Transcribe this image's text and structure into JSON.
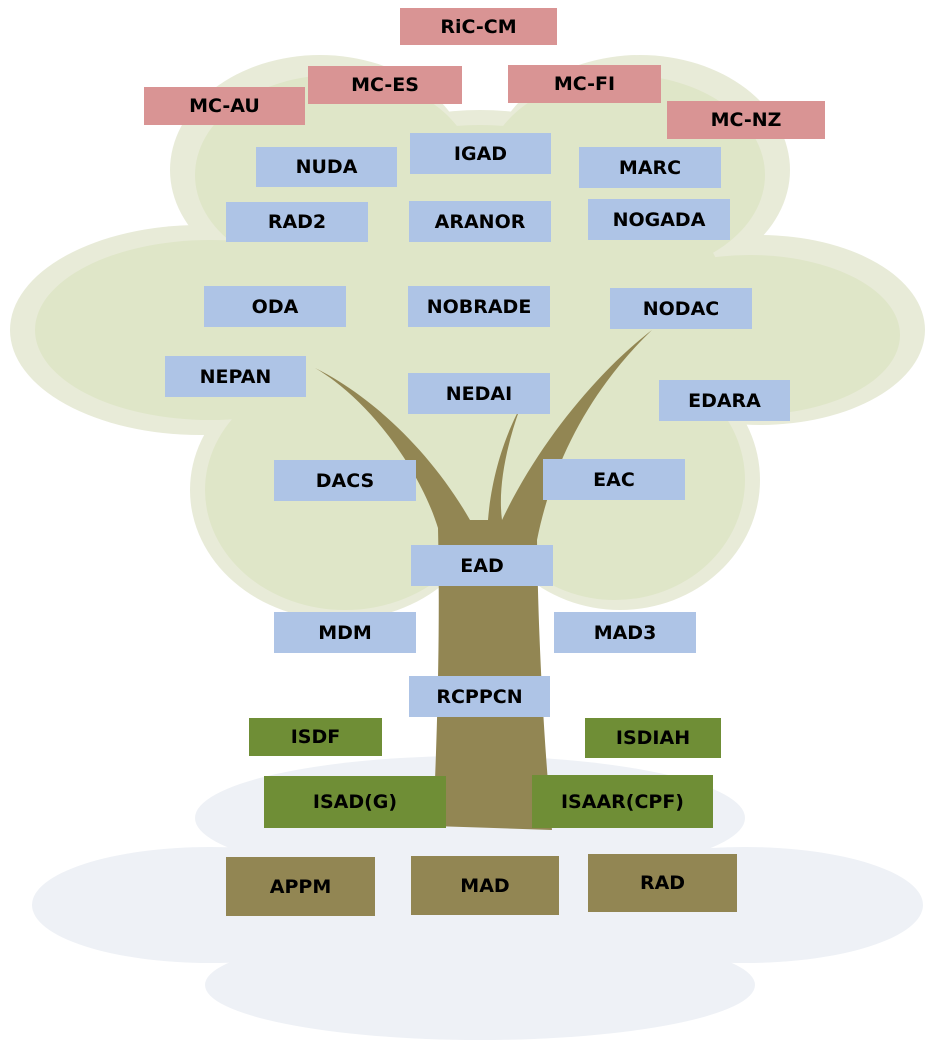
{
  "colors": {
    "crown_outer": "#e8ebd8",
    "crown_inner": "#dfe6c8",
    "ground_cloud": "#eef1f6",
    "trunk": "#928653",
    "modern_standard": "#aec4e6",
    "ric_model": "#d99494",
    "ica_standard": "#6f8e36",
    "ancient_standard": "#928653"
  },
  "boxes": {
    "ric": [
      {
        "id": "ric-cm",
        "label": "RiC-CM"
      },
      {
        "id": "mc-au",
        "label": "MC-AU"
      },
      {
        "id": "mc-es",
        "label": "MC-ES"
      },
      {
        "id": "mc-fi",
        "label": "MC-FI"
      },
      {
        "id": "mc-nz",
        "label": "MC-NZ"
      }
    ],
    "modern": [
      {
        "id": "nuda",
        "label": "NUDA"
      },
      {
        "id": "igad",
        "label": "IGAD"
      },
      {
        "id": "marc",
        "label": "MARC"
      },
      {
        "id": "rad2",
        "label": "RAD2"
      },
      {
        "id": "aranor",
        "label": "ARANOR"
      },
      {
        "id": "nogada",
        "label": "NOGADA"
      },
      {
        "id": "oda",
        "label": "ODA"
      },
      {
        "id": "nobrade",
        "label": "NOBRADE"
      },
      {
        "id": "nodac",
        "label": "NODAC"
      },
      {
        "id": "nepan",
        "label": "NEPAN"
      },
      {
        "id": "nedai",
        "label": "NEDAI"
      },
      {
        "id": "edara",
        "label": "EDARA"
      },
      {
        "id": "dacs",
        "label": "DACS"
      },
      {
        "id": "eac",
        "label": "EAC"
      },
      {
        "id": "ead",
        "label": "EAD"
      },
      {
        "id": "mdm",
        "label": "MDM"
      },
      {
        "id": "mad3",
        "label": "MAD3"
      },
      {
        "id": "rcppcn",
        "label": "RCPPCN"
      }
    ],
    "ica": [
      {
        "id": "isdf",
        "label": "ISDF"
      },
      {
        "id": "isdiah",
        "label": "ISDIAH"
      },
      {
        "id": "isadg",
        "label": "ISAD(G)"
      },
      {
        "id": "isaarcpf",
        "label": "ISAAR(CPF)"
      }
    ],
    "ancient": [
      {
        "id": "appm",
        "label": "APPM"
      },
      {
        "id": "mad",
        "label": "MAD"
      },
      {
        "id": "rad",
        "label": "RAD"
      }
    ]
  }
}
